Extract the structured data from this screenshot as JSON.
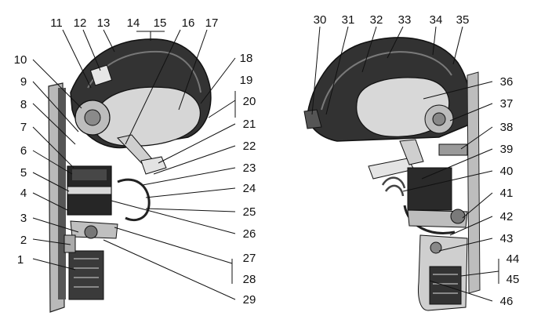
{
  "callouts": [
    "1",
    "2",
    "3",
    "4",
    "5",
    "6",
    "7",
    "8",
    "9",
    "10",
    "11",
    "12",
    "13",
    "14",
    "15",
    "16",
    "17",
    "18",
    "19",
    "20",
    "21",
    "22",
    "23",
    "24",
    "25",
    "26",
    "27",
    "28",
    "29",
    "30",
    "31",
    "32",
    "33",
    "34",
    "35",
    "36",
    "37",
    "38",
    "39",
    "40",
    "41",
    "42",
    "43",
    "44",
    "45",
    "46"
  ],
  "colors": {
    "ink": "#111111",
    "dark": "#2b2b2b",
    "mid": "#6d6d6d",
    "light": "#cfcfcf",
    "paper": "#ffffff"
  }
}
